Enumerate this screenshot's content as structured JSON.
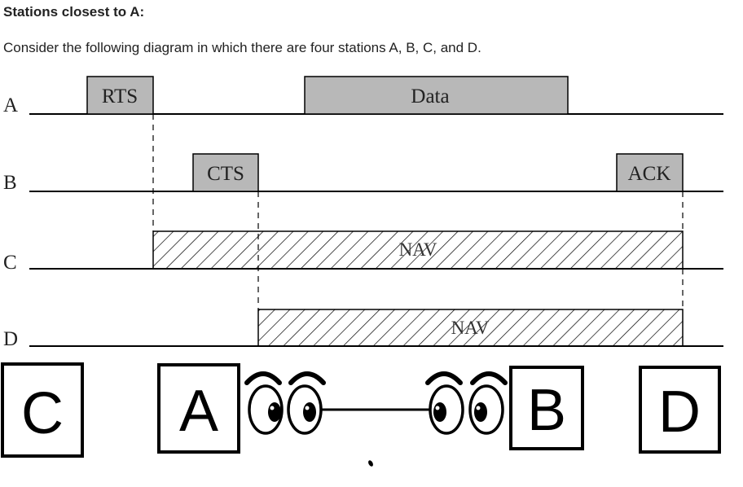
{
  "heading": "Stations closest to A:",
  "intro": "Consider the following diagram in which there are four stations A, B, C, and D.",
  "timeline": {
    "stations": [
      "A",
      "B",
      "C",
      "D"
    ],
    "frames": {
      "rts": "RTS",
      "data": "Data",
      "cts": "CTS",
      "ack": "ACK",
      "nav_c": "NAV",
      "nav_d": "NAV"
    }
  },
  "arrangement": {
    "boxes": [
      "C",
      "A",
      "B",
      "D"
    ]
  },
  "colors": {
    "frame_fill": "#b8b8b8",
    "line": "#000000",
    "text": "#222222"
  }
}
